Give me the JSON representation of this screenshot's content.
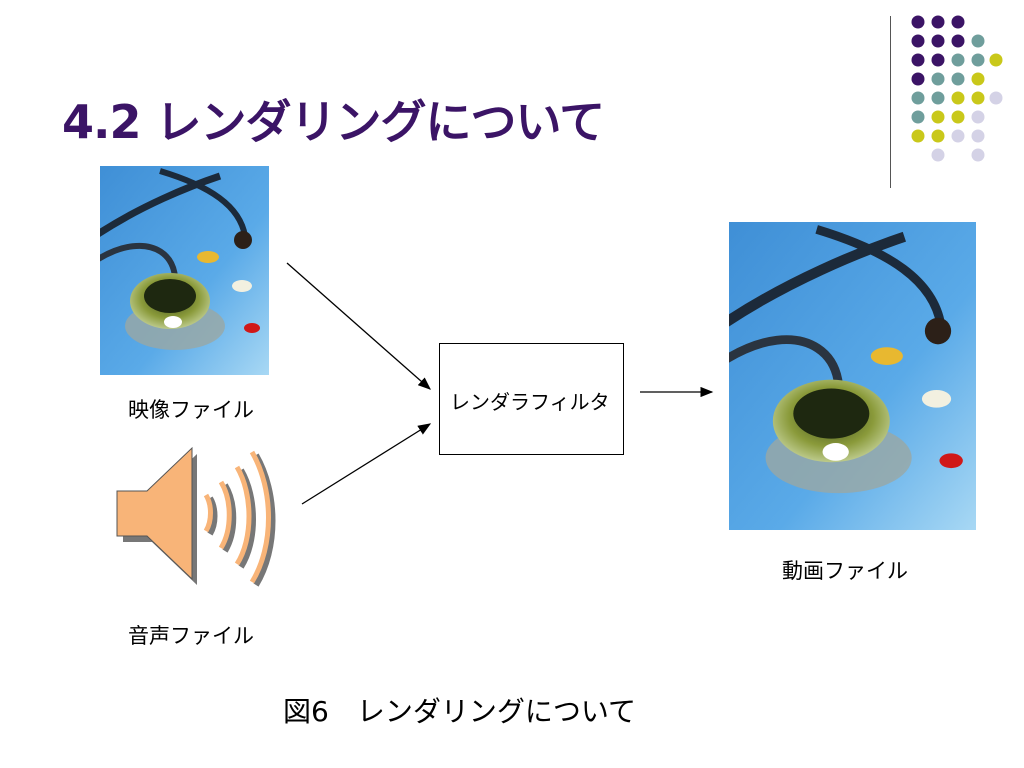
{
  "slide": {
    "title": "4.2 レンダリングについて",
    "figure_caption": "図6　レンダリングについて"
  },
  "diagram": {
    "inputs": [
      {
        "label": "映像ファイル",
        "icon": "stethoscope-photo"
      },
      {
        "label": "音声ファイル",
        "icon": "speaker-icon"
      }
    ],
    "process": {
      "label": "レンダラフィルタ"
    },
    "output": {
      "label": "動画ファイル",
      "icon": "stethoscope-photo"
    }
  },
  "colors": {
    "title": "#3b1466",
    "accent_purple": "#3b1466",
    "accent_teal": "#6f9e9c",
    "accent_yellow": "#c9c81a",
    "accent_lavender": "#d4d2e6",
    "speaker_fill": "#f8b478"
  }
}
